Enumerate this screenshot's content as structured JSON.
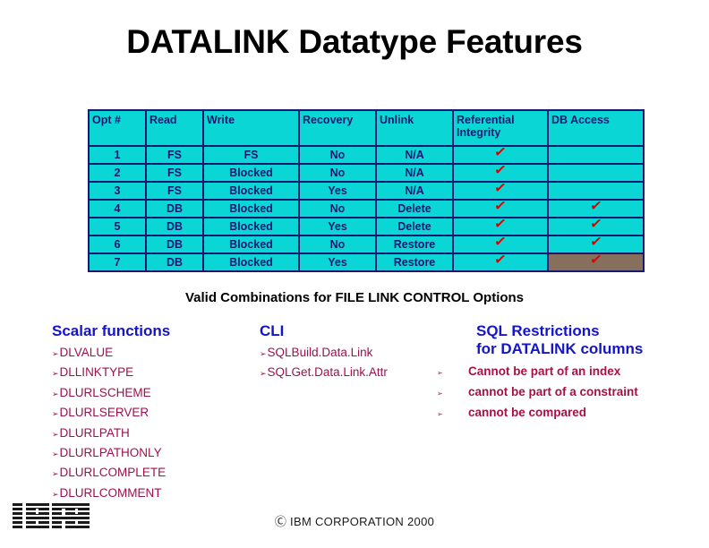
{
  "slide": {
    "title": "DATALINK Datatype Features",
    "caption": "Valid Combinations for FILE LINK CONTROL Options"
  },
  "colors": {
    "cell_background": "#0ad6d6",
    "grid_border": "#191970",
    "heading_blue": "#1414c8",
    "item_magenta": "#9e1050",
    "restriction_crimson": "#a81046",
    "check_red": "#d80000",
    "shaded_cell": "#86705d"
  },
  "table": {
    "headers": [
      "Opt #",
      "Read",
      "Write",
      "Recovery",
      "Unlink",
      "Referential Integrity",
      "DB Access"
    ],
    "rows": [
      {
        "opt": "1",
        "read": "FS",
        "write": "FS",
        "recovery": "No",
        "unlink": "N/A",
        "referential_integrity": "✓",
        "db_access": ""
      },
      {
        "opt": "2",
        "read": "FS",
        "write": "Blocked",
        "recovery": "No",
        "unlink": "N/A",
        "referential_integrity": "✓",
        "db_access": ""
      },
      {
        "opt": "3",
        "read": "FS",
        "write": "Blocked",
        "recovery": "Yes",
        "unlink": "N/A",
        "referential_integrity": "✓",
        "db_access": ""
      },
      {
        "opt": "4",
        "read": "DB",
        "write": "Blocked",
        "recovery": "No",
        "unlink": "Delete",
        "referential_integrity": "✓",
        "db_access": "✓"
      },
      {
        "opt": "5",
        "read": "DB",
        "write": "Blocked",
        "recovery": "Yes",
        "unlink": "Delete",
        "referential_integrity": "✓",
        "db_access": "✓"
      },
      {
        "opt": "6",
        "read": "DB",
        "write": "Blocked",
        "recovery": "No",
        "unlink": "Restore",
        "referential_integrity": "✓",
        "db_access": "✓"
      },
      {
        "opt": "7",
        "read": "DB",
        "write": "Blocked",
        "recovery": "Yes",
        "unlink": "Restore",
        "referential_integrity": "✓",
        "db_access": "✓"
      }
    ]
  },
  "scalar_functions": {
    "heading": "Scalar functions",
    "bullet": "➢",
    "items": [
      "DLVALUE",
      "DLLINKTYPE",
      "DLURLSCHEME",
      "DLURLSERVER",
      "DLURLPATH",
      "DLURLPATHONLY",
      "DLURLCOMPLETE",
      "DLURLCOMMENT"
    ]
  },
  "cli": {
    "heading": "CLI",
    "bullet": "➢",
    "items": [
      "SQLBuild.Data.Link",
      "SQLGet.Data.Link.Attr"
    ]
  },
  "sql_restrictions": {
    "heading_line1": "SQL Restrictions",
    "heading_line2": "for DATALINK columns",
    "bullet": "➢",
    "items": [
      "Cannot be part of an index",
      "cannot be part of a constraint",
      "cannot be compared"
    ]
  },
  "footer": {
    "logo": "ibm-logo",
    "copyright": "Ⓒ IBM CORPORATION  2000"
  }
}
